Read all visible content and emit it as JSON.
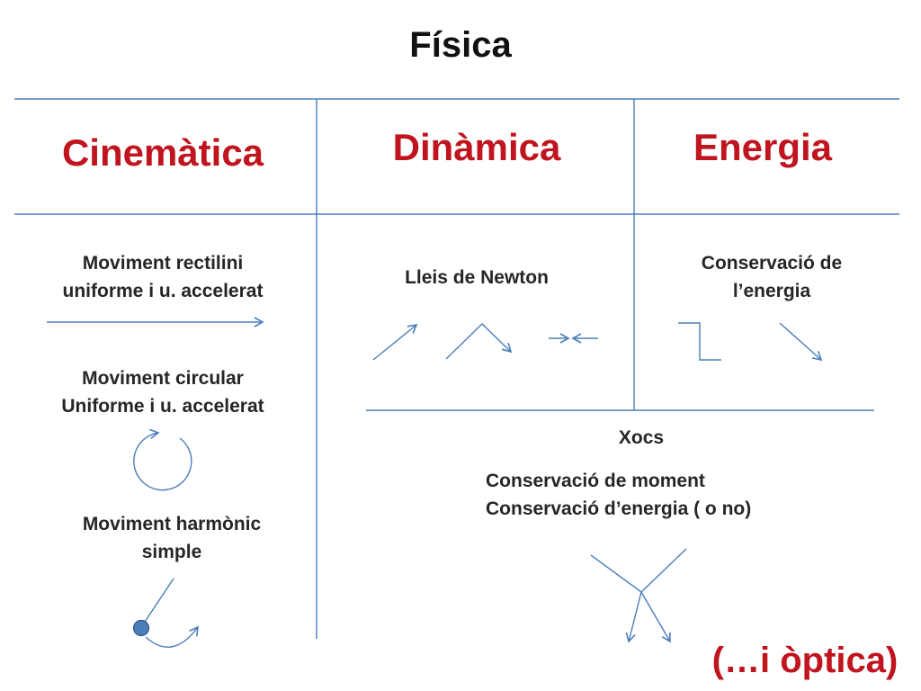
{
  "title": "Física",
  "columns": {
    "cinematica": "Cinemàtica",
    "dinamica": "Dinàmica",
    "energia": "Energia"
  },
  "cinematica_items": {
    "rectilini": "Moviment rectilini\nuniforme i u. accelerat",
    "circular": "Moviment circular\nUniforme i u. accelerat",
    "harmonic": "Moviment harmònic\nsimple"
  },
  "dinamica_items": {
    "newton": "Lleis de Newton",
    "xocs": "Xocs",
    "xocs_detail": "Conservació de moment\nConservació d’energia ( o no)"
  },
  "energia_items": {
    "conservacio": "Conservació de\nl’energia"
  },
  "footer": "(…i òptica)",
  "colors": {
    "heading": "#c0141e",
    "line": "#4a7ebb"
  }
}
